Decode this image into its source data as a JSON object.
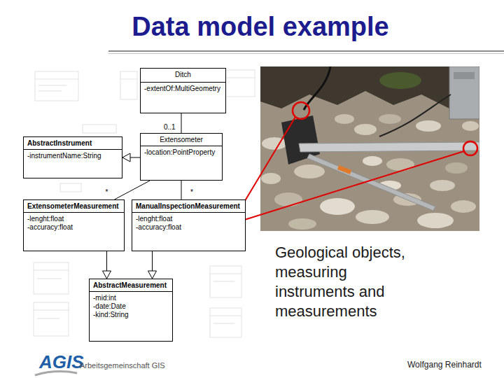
{
  "diagram": {
    "title": "Data model example",
    "nodes": [
      {
        "text": [
          "Ditch",
          "-extentOf:MultiGeometry"
        ]
      },
      {
        "text": [
          "AbstractInstrument",
          "-instrumentName:String"
        ]
      },
      {
        "text": [
          "Extensometer",
          "-location:PointProperty"
        ]
      },
      {
        "text": [
          "ExtensometerMeasurement",
          "-lenght:float",
          "-accuracy:float"
        ]
      },
      {
        "text": [
          "ManualInspectionMeasurement",
          "-lenght:float",
          "-accuracy:float"
        ]
      },
      {
        "text": [
          "AbstractMeasurement",
          "-mid:int",
          "-date:Date",
          "-kind:String"
        ]
      }
    ],
    "edges": [
      {
        "from": 0,
        "to": 2,
        "arrow": "none",
        "label": "0..1"
      },
      {
        "from": 2,
        "to": 1,
        "arrow": "to"
      },
      {
        "from": 2,
        "to": 3,
        "arrow": "none",
        "label": "*"
      },
      {
        "from": 2,
        "to": 4,
        "arrow": "none",
        "label": "*"
      },
      {
        "from": 3,
        "to": 5,
        "arrow": "to"
      },
      {
        "from": 4,
        "to": 5,
        "arrow": "to"
      }
    ],
    "labels": [
      "Geological objects, measuring instruments and measurements",
      "AGIS",
      "Arbeitsgemeinschaft GIS",
      "Wolfgang Reinhardt"
    ]
  }
}
